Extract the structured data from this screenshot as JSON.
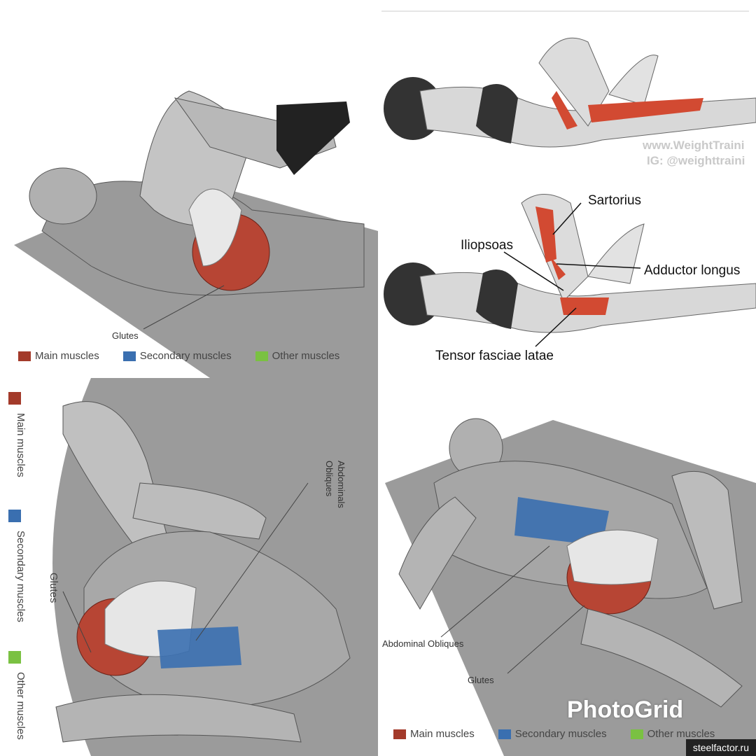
{
  "panels": {
    "top_left": {
      "label_glutes": "Glutes",
      "legend": {
        "main": "Main muscles",
        "secondary": "Secondary muscles",
        "other": "Other muscles"
      }
    },
    "top_right": {
      "watermark_line1": "www.WeightTraini",
      "watermark_line2": "IG: @weighttraini",
      "labels": {
        "sartorius": "Sartorius",
        "iliopsoas": "Iliopsoas",
        "adductor": "Adductor longus",
        "tensor": "Tensor fasciae latae"
      }
    },
    "bottom_left": {
      "label_glutes": "Glutes",
      "label_abdominals": "Abdominals",
      "label_obliques": "Obliques",
      "legend": {
        "main": "Main muscles",
        "secondary": "Secondary muscles",
        "other": "Other muscles"
      }
    },
    "bottom_right": {
      "label_obliques": "Abdominal Obliques",
      "label_glutes": "Glutes",
      "legend": {
        "main": "Main muscles",
        "secondary": "Secondary muscles",
        "other": "Other muscles"
      }
    }
  },
  "branding": {
    "photogrid": "PhotoGrid",
    "site": "steelfactor.ru"
  },
  "colors": {
    "main": "#a33a2a",
    "secondary": "#3a6fb0",
    "other": "#7ac142",
    "mat": "#8a8a8a"
  }
}
